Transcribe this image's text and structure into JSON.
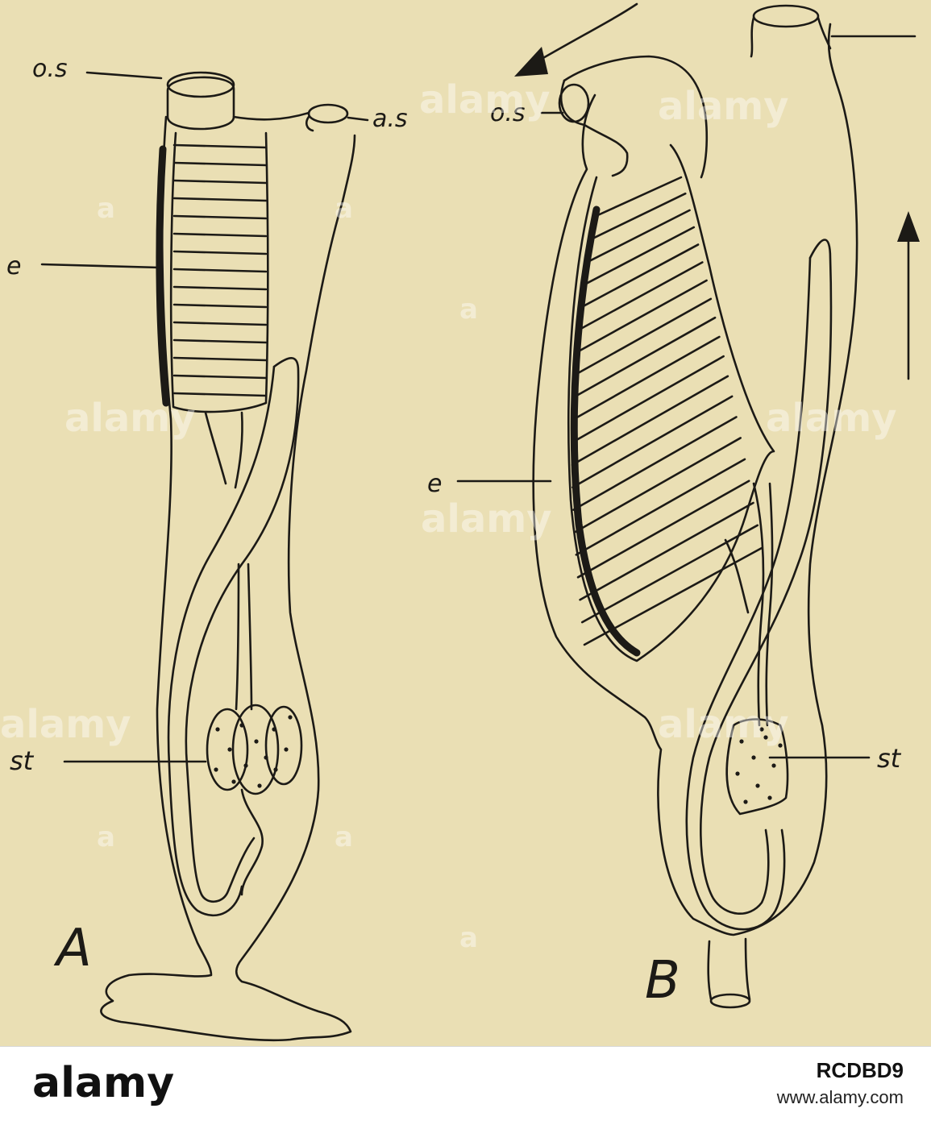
{
  "figure": {
    "background": "#eadfb4",
    "ink": "#1c1a16",
    "panel_a": {
      "letter": "A",
      "labels": {
        "os": "o.s",
        "as": "a.s",
        "e": "e",
        "st": "st"
      }
    },
    "panel_b": {
      "letter": "B",
      "labels": {
        "os": "o.s",
        "e": "e",
        "st": "st"
      }
    }
  },
  "watermark": {
    "text": "alamy",
    "small": "a"
  },
  "footer": {
    "logo_text": "alamy",
    "image_code": "RCDBD9",
    "url": "www.alamy.com"
  }
}
